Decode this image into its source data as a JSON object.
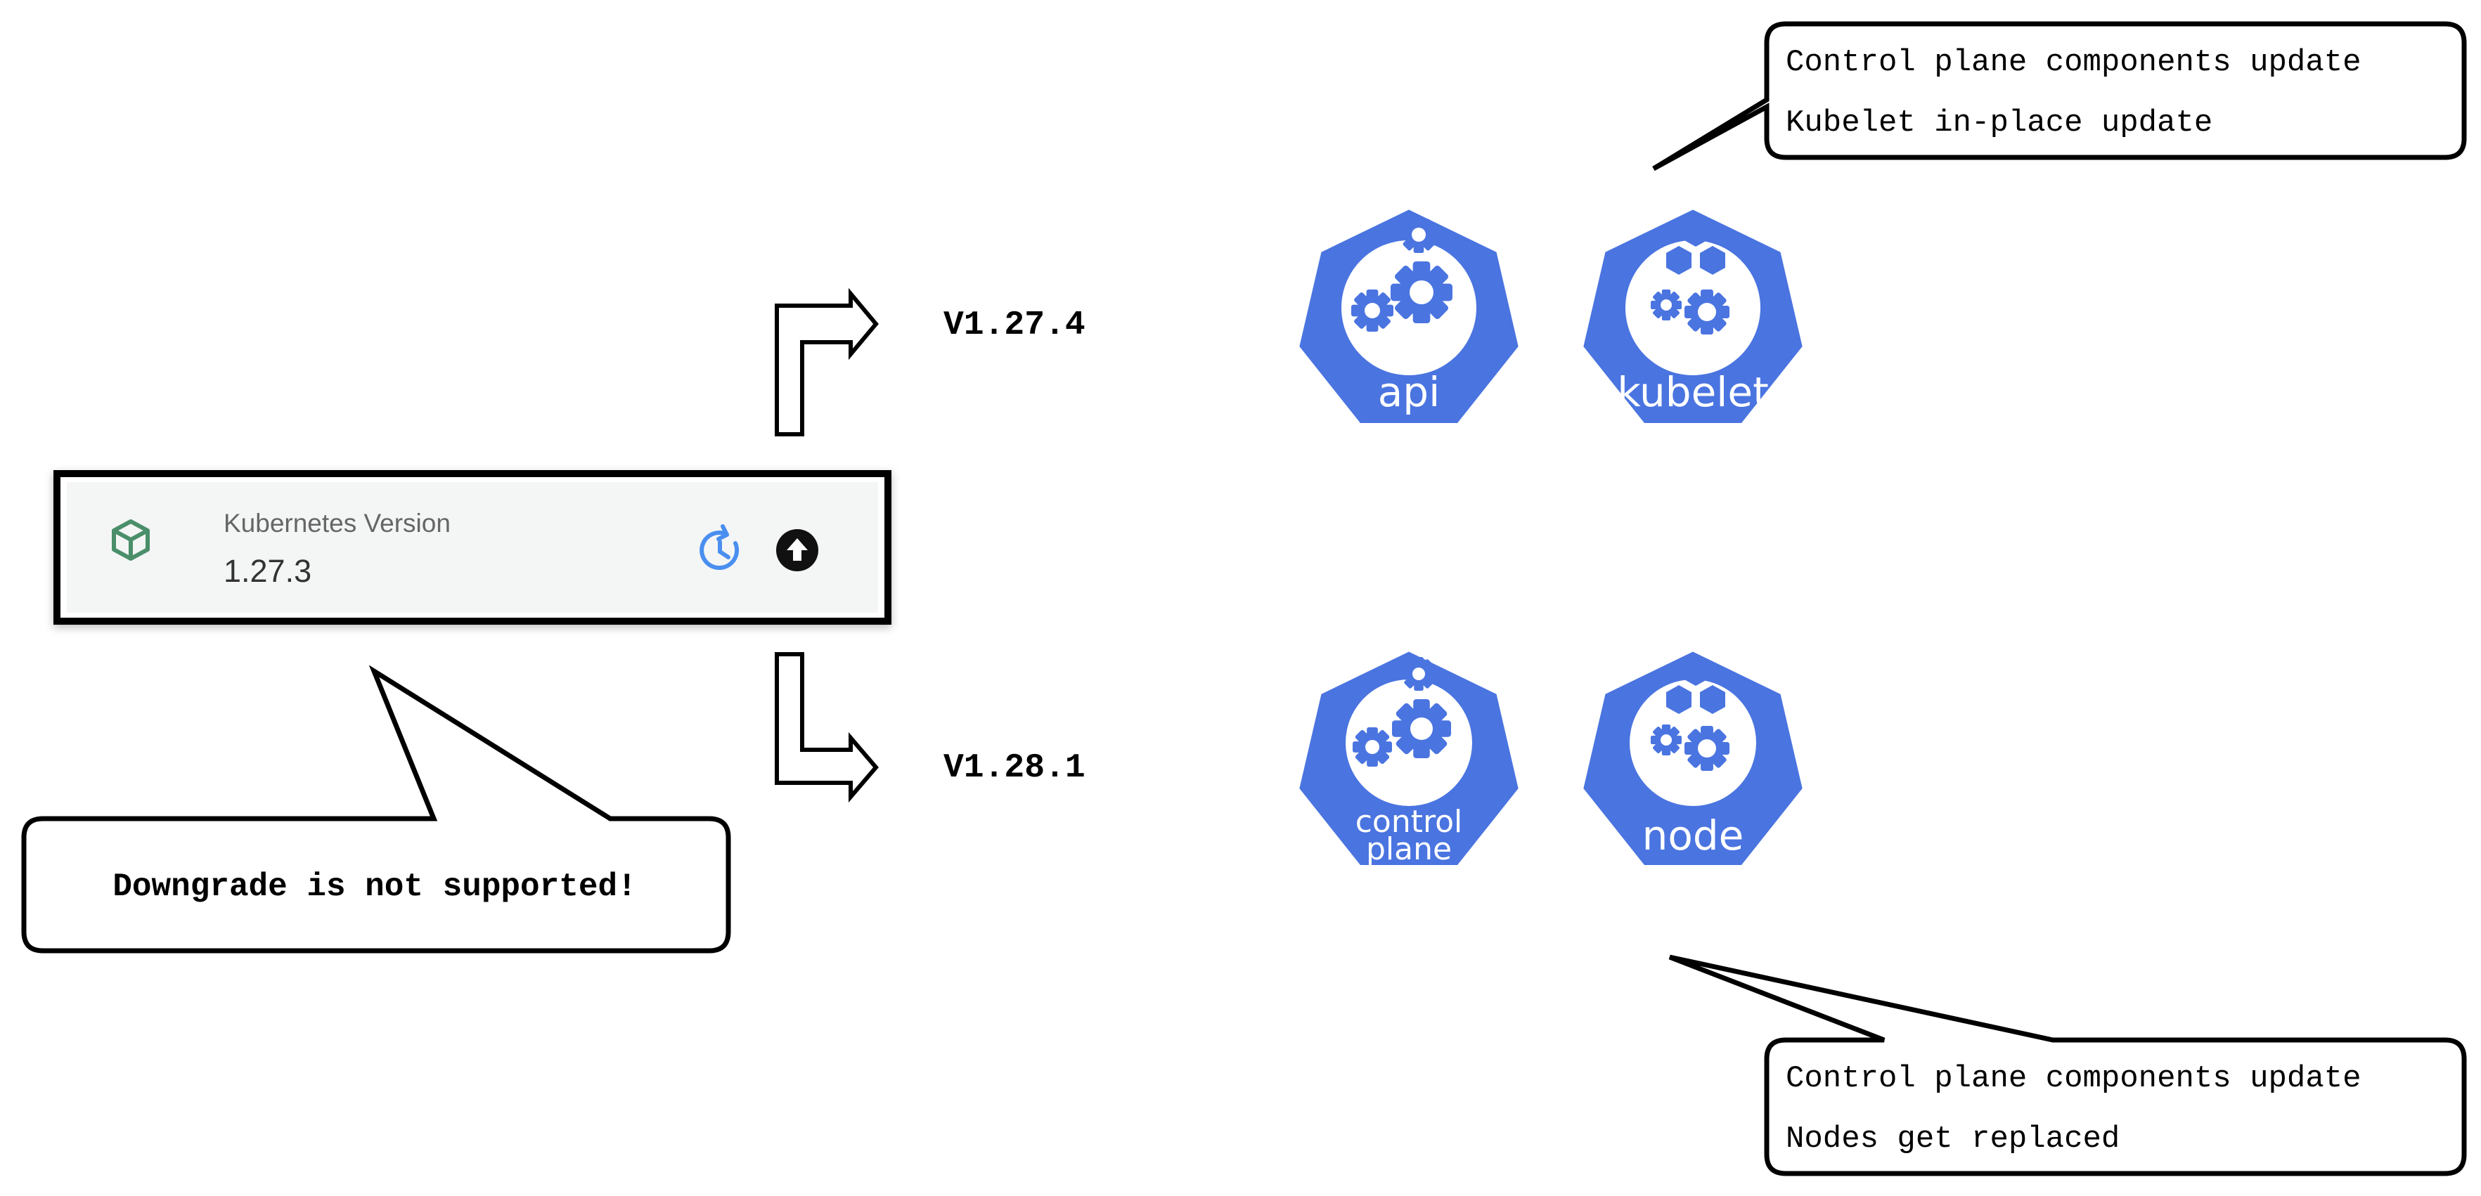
{
  "version_card": {
    "title": "Kubernetes Version",
    "value": "1.27.3",
    "icons": {
      "status": "kubernetes-cube-icon",
      "history": "history-icon",
      "upgrade": "upgrade-arrow-icon"
    },
    "accent_color": "#4a8f6a",
    "history_color": "#4a8ff0"
  },
  "paths": {
    "patch_version": "V1.27.4",
    "minor_version": "V1.28.1"
  },
  "components": {
    "color": "#4a74e0",
    "patch": [
      {
        "label": "api",
        "icon": "api-gears-icon"
      },
      {
        "label": "kubelet",
        "icon": "kubelet-cubes-gears-icon"
      }
    ],
    "minor": [
      {
        "label_line1": "control",
        "label_line2": "plane",
        "icon": "control-plane-gears-icon"
      },
      {
        "label": "node",
        "icon": "node-cubes-gears-icon"
      }
    ]
  },
  "callouts": {
    "patch": {
      "line1": "Control plane components update",
      "line2": "Kubelet in-place update"
    },
    "minor": {
      "line1": "Control plane components update",
      "line2": "Nodes get replaced"
    },
    "downgrade": {
      "text": "Downgrade is not supported!"
    }
  }
}
